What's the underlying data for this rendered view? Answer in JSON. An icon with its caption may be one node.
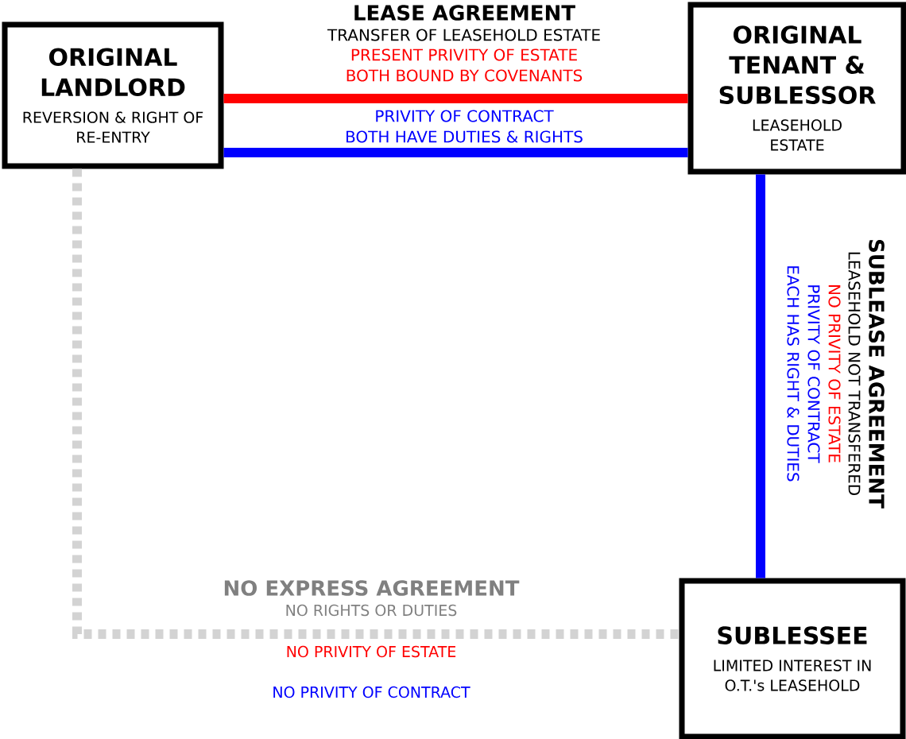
{
  "diagram": {
    "nodes": [
      {
        "text": [
          "ORIGINAL LANDLORD",
          "REVERSION & RIGHT OF RE-ENTRY"
        ]
      },
      {
        "text": [
          "ORIGINAL TENANT & SUBLESSOR",
          "LEASEHOLD ESTATE"
        ]
      },
      {
        "text": [
          "SUBLESSEE",
          "LIMITED INTEREST IN O.T.'s LEASEHOLD"
        ]
      }
    ],
    "edges": [
      {
        "from": 0,
        "to": 1,
        "arrow": "none",
        "color": "#ff0000"
      },
      {
        "from": 0,
        "to": 1,
        "arrow": "none",
        "color": "#0000ff"
      },
      {
        "from": 1,
        "to": 2,
        "arrow": "none",
        "color": "#0000ff"
      },
      {
        "from": 0,
        "to": 2,
        "arrow": "none",
        "style": "dashed",
        "color": "#d3d3d3"
      }
    ],
    "labels": [
      "LEASE AGREEMENT",
      "TRANSFER OF LEASEHOLD ESTATE",
      "PRESENT PRIVITY OF ESTATE",
      "BOTH BOUND BY COVENANTS",
      "PRIVITY OF CONTRACT",
      "BOTH HAVE DUTIES & RIGHTS",
      "SUBLEASE AGREEMENT",
      "LEASEHOLD NOT TRANSFERED",
      "NO PRIVITY OF ESTATE",
      "PRIVITY OF CONTRACT",
      "EACH HAS RIGHT & DUTIES",
      "NO EXPRESS AGREEMENT",
      "NO RIGHTS OR DUTIES",
      "NO PRIVITY OF ESTATE",
      "NO PRIVITY OF CONTRACT"
    ]
  }
}
